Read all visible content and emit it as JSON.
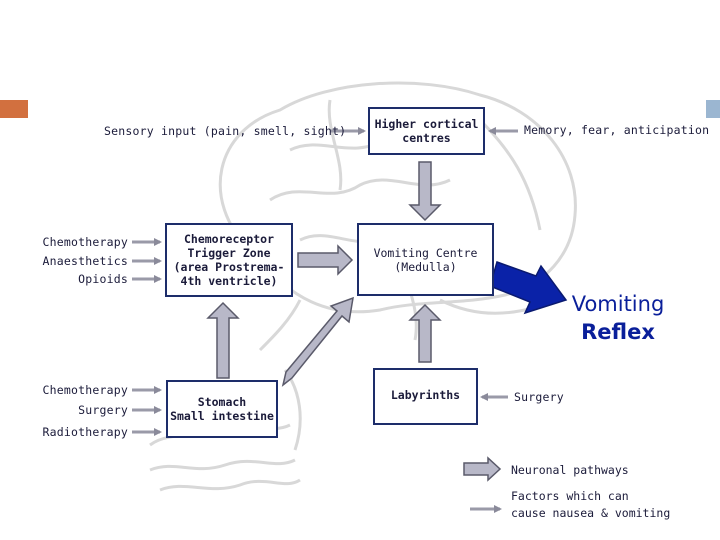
{
  "colors": {
    "left_accent": "#d2703f",
    "right_accent": "#9bb6d1",
    "box_border": "#1d2d6a",
    "arrow_fill": "#b8b8c8",
    "arrow_stroke": "#5a5a6a",
    "reflex_arrow": "#0a22a8",
    "brain_line": "#d8d8d8"
  },
  "inputs": {
    "sensory": "Sensory input (pain, smell, sight)",
    "memory": "Memory, fear, anticipation",
    "ctz_factors": [
      "Chemotherapy",
      "Anaesthetics",
      "Opioids"
    ],
    "stomach_factors": [
      "Chemotherapy",
      "Surgery",
      "Radiotherapy"
    ],
    "labyrinth_factor": "Surgery"
  },
  "boxes": {
    "higher_cortical": [
      "Higher cortical",
      "centres"
    ],
    "ctz": [
      "Chemoreceptor",
      "Trigger Zone",
      "(area Prostrema-",
      "4th ventricle)"
    ],
    "vomiting_centre": [
      "Vomiting Centre",
      "(Medulla)"
    ],
    "stomach": [
      "Stomach",
      "Small intestine"
    ],
    "labyrinths": [
      "Labyrinths"
    ]
  },
  "output": {
    "line1": "Vomiting",
    "line2": "Reflex"
  },
  "legend": {
    "neuronal": "Neuronal pathways",
    "factors_line1": "Factors which can",
    "factors_line2": "cause nausea & vomiting"
  },
  "icons": {
    "neuronal_arrow": "thick-arrow-icon",
    "factor_arrow": "thin-arrow-icon",
    "reflex_arrow": "bold-blue-arrow-icon"
  }
}
